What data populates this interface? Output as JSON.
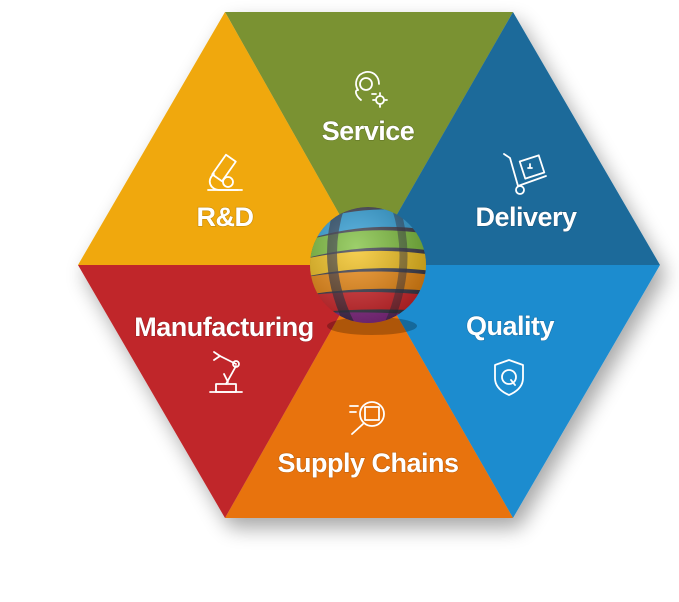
{
  "segments": [
    {
      "id": "service",
      "label": "Service",
      "color": "#7a9232",
      "icon": "headset-gear-icon"
    },
    {
      "id": "delivery",
      "label": "Delivery",
      "color": "#1a6a9a",
      "icon": "hand-truck-icon"
    },
    {
      "id": "quality",
      "label": "Quality",
      "color": "#1e8ccf",
      "icon": "shield-q-icon"
    },
    {
      "id": "supply",
      "label": "Supply Chains",
      "color": "#e8730f",
      "icon": "box-magnifier-icon"
    },
    {
      "id": "manufacturing",
      "label": "Manufacturing",
      "color": "#c0262a",
      "icon": "robot-arm-icon"
    },
    {
      "id": "rd",
      "label": "R&D",
      "color": "#f0a80a",
      "icon": "microscope-icon"
    }
  ],
  "center": {
    "icon": "ribbon-globe-icon"
  }
}
